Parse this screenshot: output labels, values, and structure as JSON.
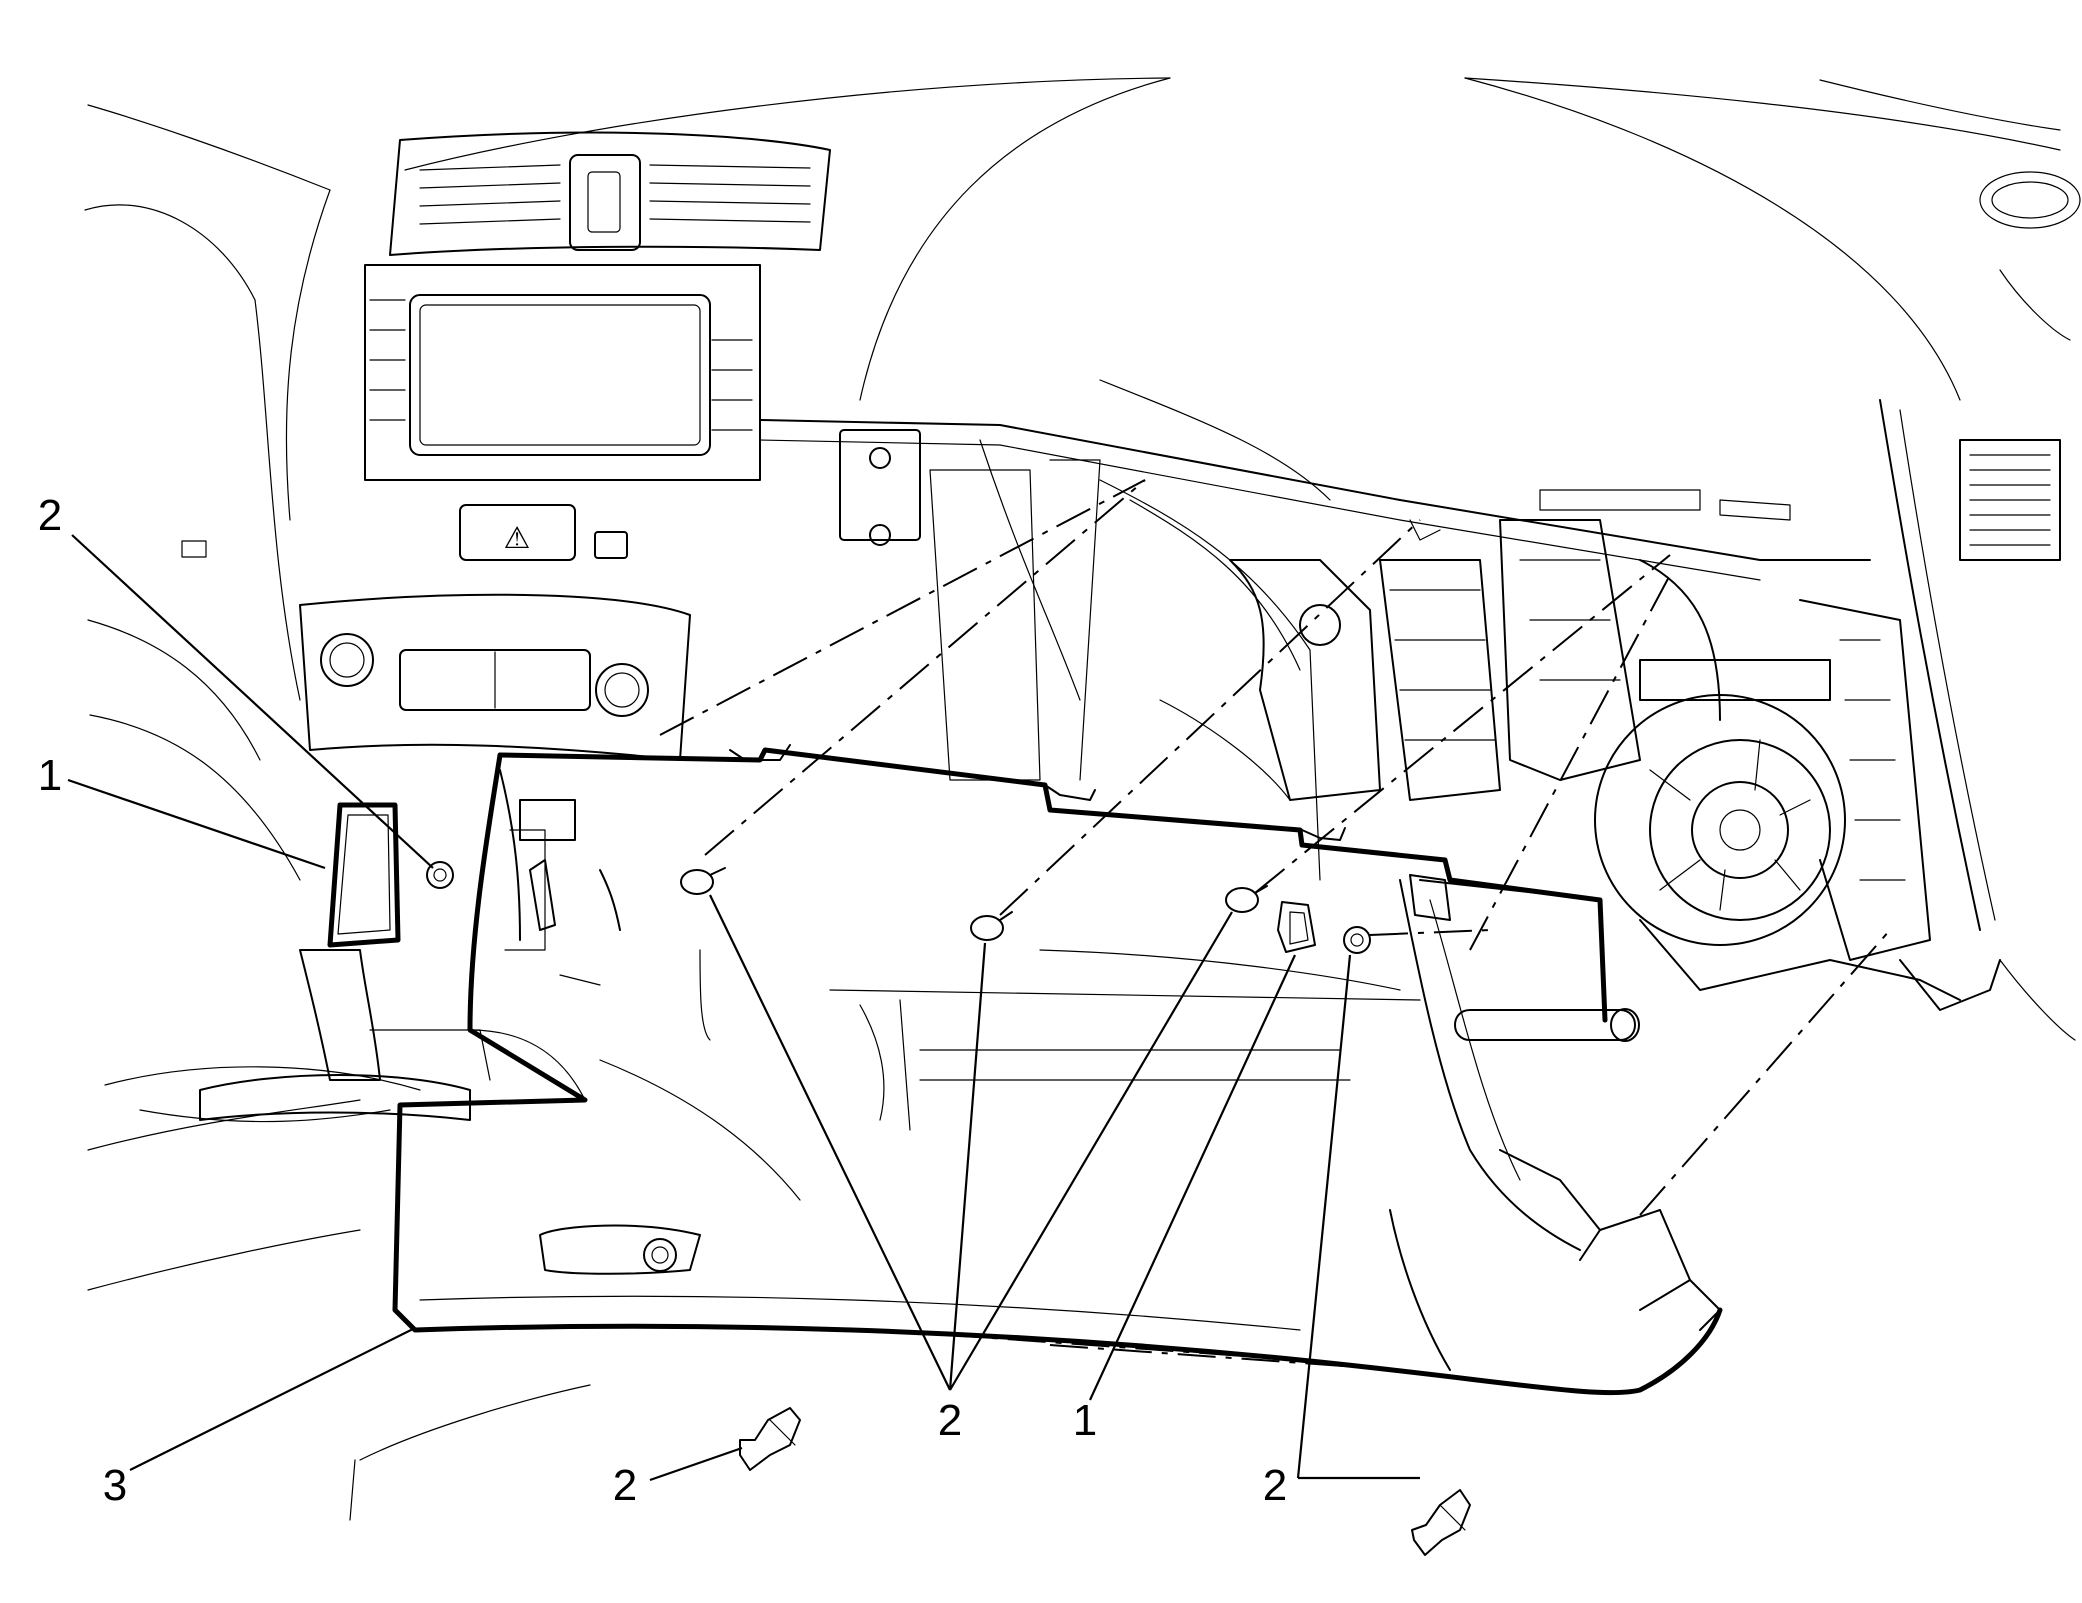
{
  "callouts": {
    "c1_left": "1",
    "c1_right": "1",
    "c2_top_left": "2",
    "c2_center": "2",
    "c2_bottom_left": "2",
    "c2_bottom_right": "2",
    "c3": "3"
  },
  "hazard_symbol": "⚠",
  "colors": {
    "line": "#000000",
    "background": "#ffffff"
  }
}
